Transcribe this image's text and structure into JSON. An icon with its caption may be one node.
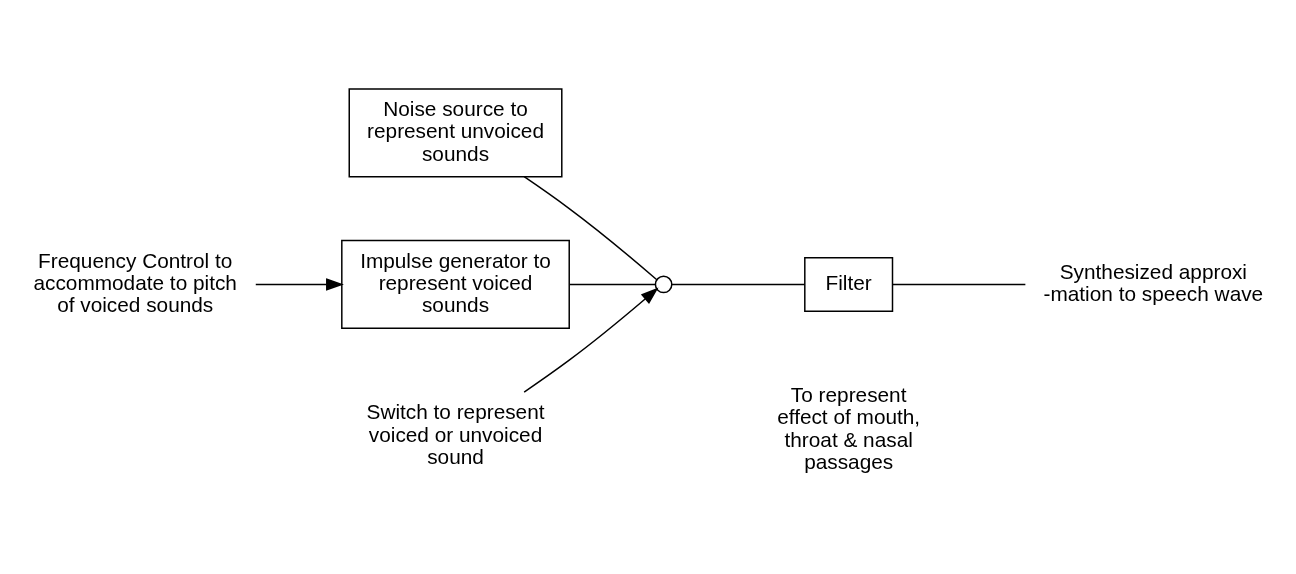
{
  "diagram": {
    "nodes": [
      {
        "text": [
          "Noise source to represent unvoiced sounds"
        ]
      },
      {
        "text": [
          "Impulse generator to represent voiced sounds"
        ]
      },
      {
        "text": [],
        "shape": "circle"
      },
      {
        "text": [
          "Filter"
        ],
        "beside": [
          "To represent effect of mouth, throat & nasal passages"
        ]
      },
      {
        "text": [
          "Synthesized approxi -mation to speech wave"
        ]
      },
      {
        "text": [
          "Switch to represent voiced or unvoiced sound"
        ]
      },
      {
        "text": [
          "Frequency Control to accommodate to pitch of voiced sounds"
        ]
      }
    ],
    "edges": [
      {
        "from": 0,
        "to": 2,
        "arrow": "none"
      },
      {
        "from": 1,
        "to": 2,
        "arrow": "none"
      },
      {
        "from": 2,
        "to": 3,
        "arrow": "none"
      },
      {
        "from": 3,
        "to": 4,
        "arrow": "none"
      },
      {
        "from": 5,
        "to": 2,
        "arrow": "to"
      },
      {
        "from": 6,
        "to": 1,
        "arrow": "to"
      }
    ]
  }
}
